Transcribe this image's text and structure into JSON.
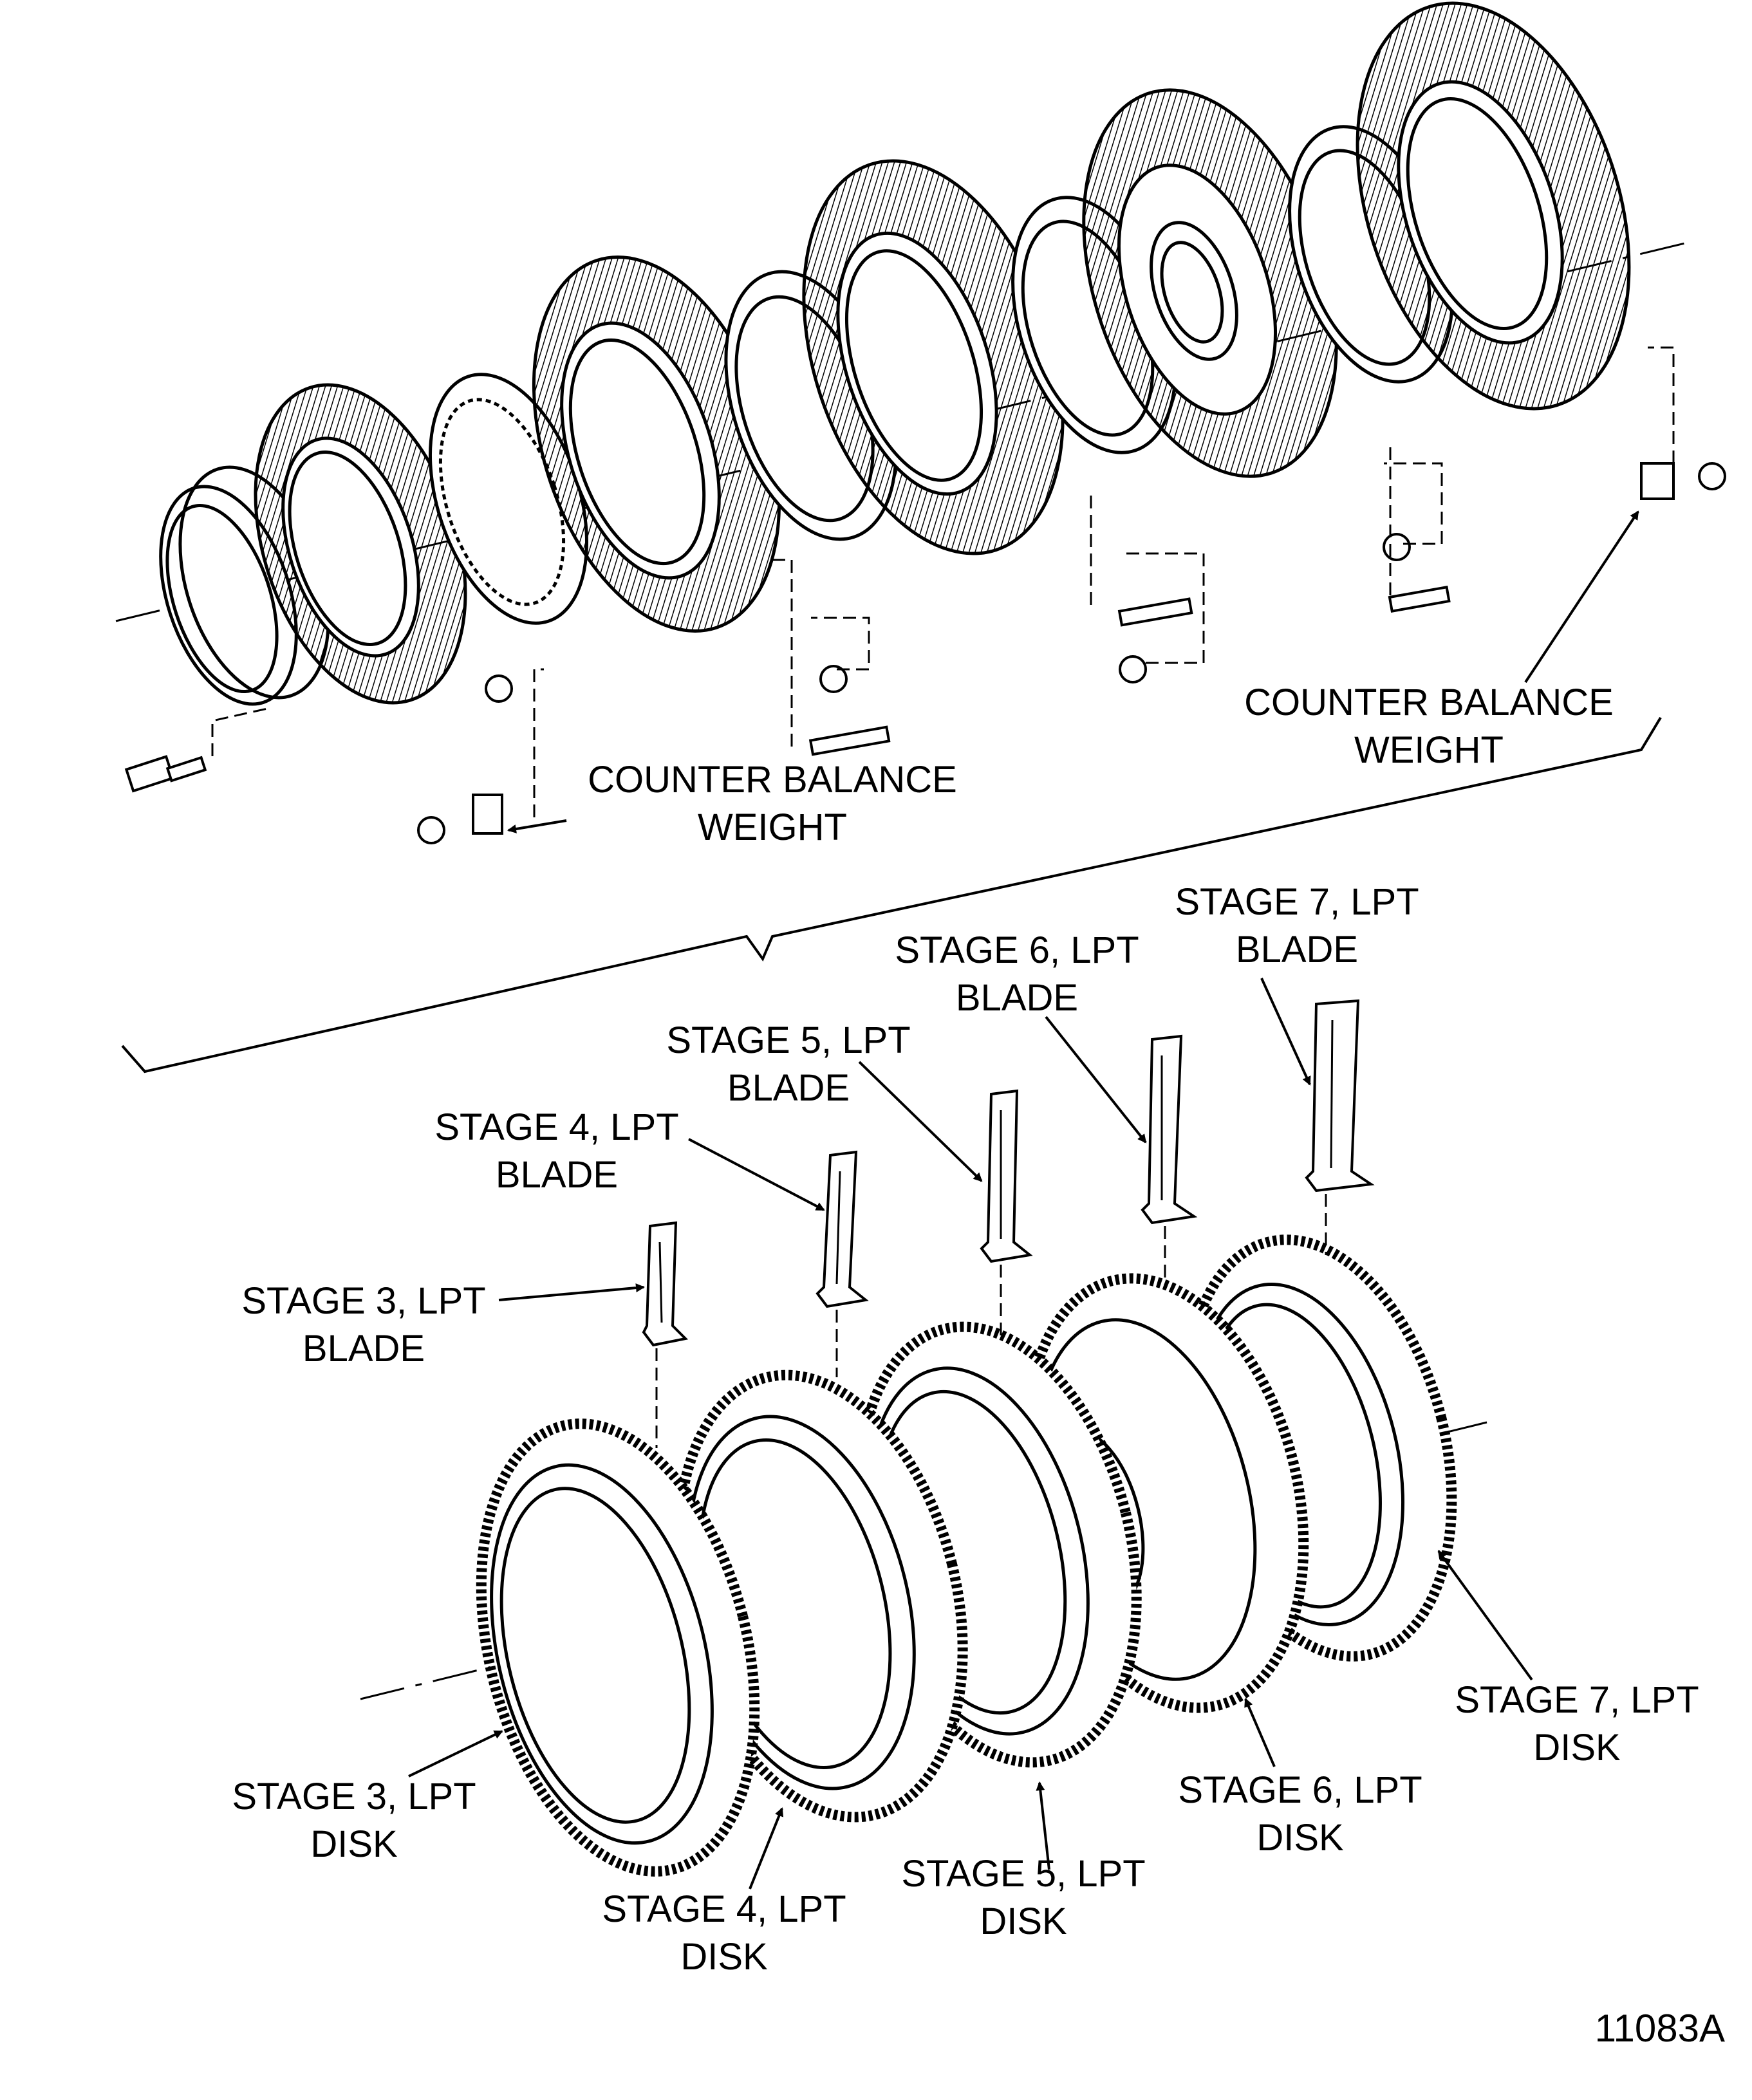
{
  "figure_id": "11083A",
  "labels": {
    "counter_balance_weight_left": [
      "COUNTER BALANCE",
      "WEIGHT"
    ],
    "counter_balance_weight_right": [
      "COUNTER BALANCE",
      "WEIGHT"
    ],
    "stage3_blade": [
      "STAGE 3, LPT",
      "BLADE"
    ],
    "stage4_blade": [
      "STAGE 4, LPT",
      "BLADE"
    ],
    "stage5_blade": [
      "STAGE 5, LPT",
      "BLADE"
    ],
    "stage6_blade": [
      "STAGE 6, LPT",
      "BLADE"
    ],
    "stage7_blade": [
      "STAGE 7, LPT",
      "BLADE"
    ],
    "stage3_disk": [
      "STAGE 3, LPT",
      "DISK"
    ],
    "stage4_disk": [
      "STAGE 4, LPT",
      "DISK"
    ],
    "stage5_disk": [
      "STAGE 5, LPT",
      "DISK"
    ],
    "stage6_disk": [
      "STAGE 6, LPT",
      "DISK"
    ],
    "stage7_disk": [
      "STAGE 7, LPT",
      "DISK"
    ]
  },
  "colors": {
    "ink": "#000000",
    "paper": "#ffffff",
    "hatch": "#9a9a9a"
  }
}
